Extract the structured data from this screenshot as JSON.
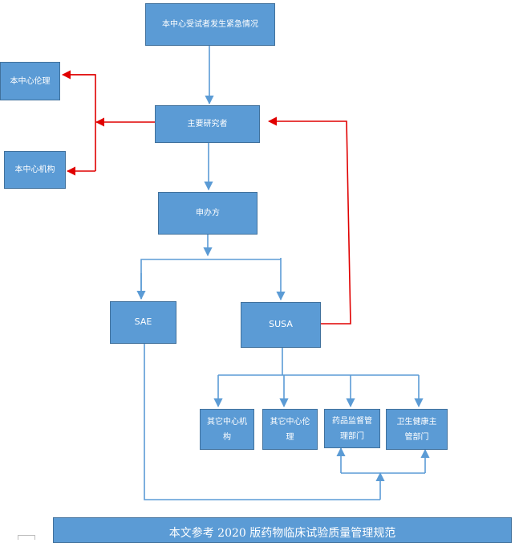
{
  "nodes": {
    "emergency": "本中心受试者发生紧急情况",
    "ethics": "本中心伦理",
    "pi": "主要研究者",
    "institution": "本中心机构",
    "sponsor": "申办方",
    "sae": "SAE",
    "susa": "SUSA",
    "other_institution": "其它中心机构",
    "other_ethics": "其它中心伦理",
    "drug_regulator": "药品监督管理部门",
    "health_dept": "卫生健康主管部门"
  },
  "footer": {
    "text": "本文参考 2020 版药物临床试验质量管理规范"
  },
  "colors": {
    "node_fill": "#5B9BD5",
    "node_border": "#41719C",
    "blue_edge": "#5B9BD5",
    "red_edge": "#E00000"
  }
}
